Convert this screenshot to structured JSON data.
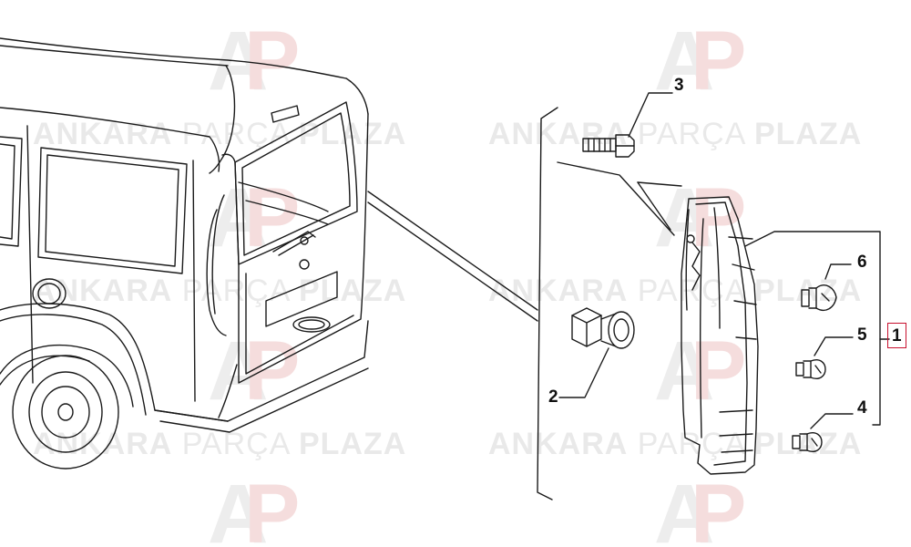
{
  "watermark": {
    "word_bold": "ANKARA",
    "word_light": "PARÇA",
    "word_bold2": "PLAZA",
    "logo_letters": "AP"
  },
  "callouts": {
    "part_1": "1",
    "part_2": "2",
    "part_3": "3",
    "part_4": "4",
    "part_5": "5",
    "part_6": "6"
  },
  "colors": {
    "line": "#1a1a1a",
    "watermark_grey": "#e6e6e6",
    "watermark_red": "#f3d6d6",
    "part1_box": "#c8102e"
  }
}
